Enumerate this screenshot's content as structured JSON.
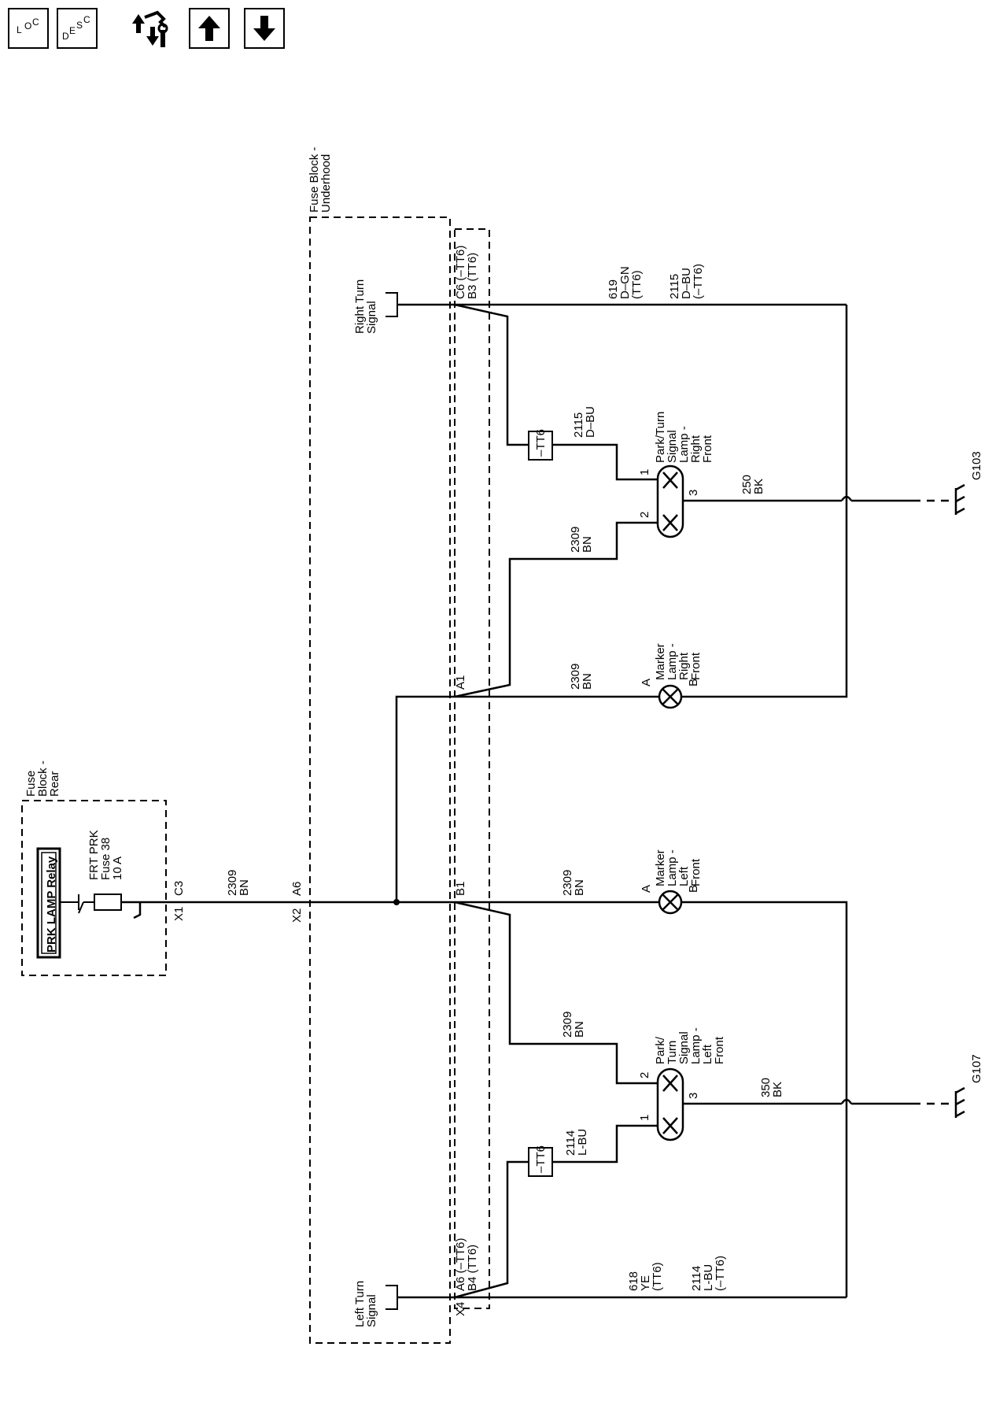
{
  "toolbar": {
    "loc": {
      "letters": [
        "L",
        "O",
        "C"
      ]
    },
    "desc": {
      "letters": [
        "D",
        "E",
        "S",
        "C"
      ]
    },
    "icons": [
      "loc-button-icon",
      "desc-button-icon",
      "connector-tool-icon",
      "arrow-up-icon",
      "arrow-down-icon"
    ]
  },
  "labels": {
    "fuse_block_rear": [
      "Fuse",
      "Block -",
      "Rear"
    ],
    "fuse_block_underhood": [
      "Fuse Block -",
      "Underhood"
    ],
    "relay": "PRK LAMP Relay",
    "fuse": [
      "FRT PRK",
      "Fuse 38",
      "10 A"
    ],
    "conn_c3": "C3",
    "conn_x1": "X1",
    "conn_a6": "A6",
    "conn_x2": "X2",
    "wire_main": [
      "2309",
      "BN"
    ],
    "conn_b1": "B1",
    "conn_a1": "A1",
    "right_turn_signal": [
      "Right Turn",
      "Signal"
    ],
    "left_turn_signal": [
      "Left Turn",
      "Signal"
    ],
    "conn_right_top": [
      "C6 (–TT6)",
      "B3 (TT6)"
    ],
    "conn_left_bottom": [
      "A6 (–TT6)",
      "B4 (TT6)"
    ],
    "conn_x4": "X4",
    "tt6_box": "–TT6",
    "wire_619": [
      "619",
      "D–GN",
      "(TT6)"
    ],
    "wire_2115_top": [
      "2115",
      "D–BU",
      "(–TT6)"
    ],
    "wire_2115": [
      "2115",
      "D–BU"
    ],
    "wire_2309": [
      "2309",
      "BN"
    ],
    "wire_250": [
      "250",
      "BK"
    ],
    "wire_350": [
      "350",
      "BK"
    ],
    "wire_2114": [
      "2114",
      "L-BU"
    ],
    "wire_618": [
      "618",
      "YE",
      "(TT6)"
    ],
    "wire_2114_bottom": [
      "2114",
      "L-BU",
      "(–TT6)"
    ],
    "park_turn_right": [
      "Park/Turn",
      "Signal",
      "Lamp -",
      "Right",
      "Front"
    ],
    "park_turn_left": [
      "Park/",
      "Turn",
      "Signal",
      "Lamp -",
      "Left",
      "Front"
    ],
    "marker_right": [
      "Marker",
      "Lamp -",
      "Right",
      "Front"
    ],
    "marker_left": [
      "Marker",
      "Lamp -",
      "Left",
      "Front"
    ],
    "pin_1": "1",
    "pin_2": "2",
    "pin_3": "3",
    "pin_a": "A",
    "pin_b": "B",
    "ground_g103": "G103",
    "ground_g107": "G107"
  }
}
